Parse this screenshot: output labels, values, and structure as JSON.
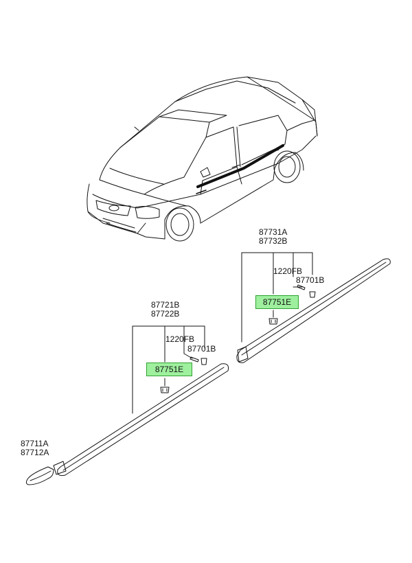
{
  "colors": {
    "line": "#111111",
    "highlight_fill": "#9ef09e",
    "highlight_border": "#2fa02f",
    "background": "#ffffff"
  },
  "parts": {
    "rear_group": {
      "a": "87731A",
      "b": "87732B"
    },
    "rear_clip_group": "1220FB",
    "rear_retainer": "87701B",
    "rear_highlight": "87751E",
    "front_group": {
      "a": "87721B",
      "b": "87722B"
    },
    "front_clip_group": "1220FB",
    "front_retainer": "87701B",
    "front_highlight": "87751E",
    "front_end_piece": {
      "a": "87711A",
      "b": "87712A"
    }
  }
}
